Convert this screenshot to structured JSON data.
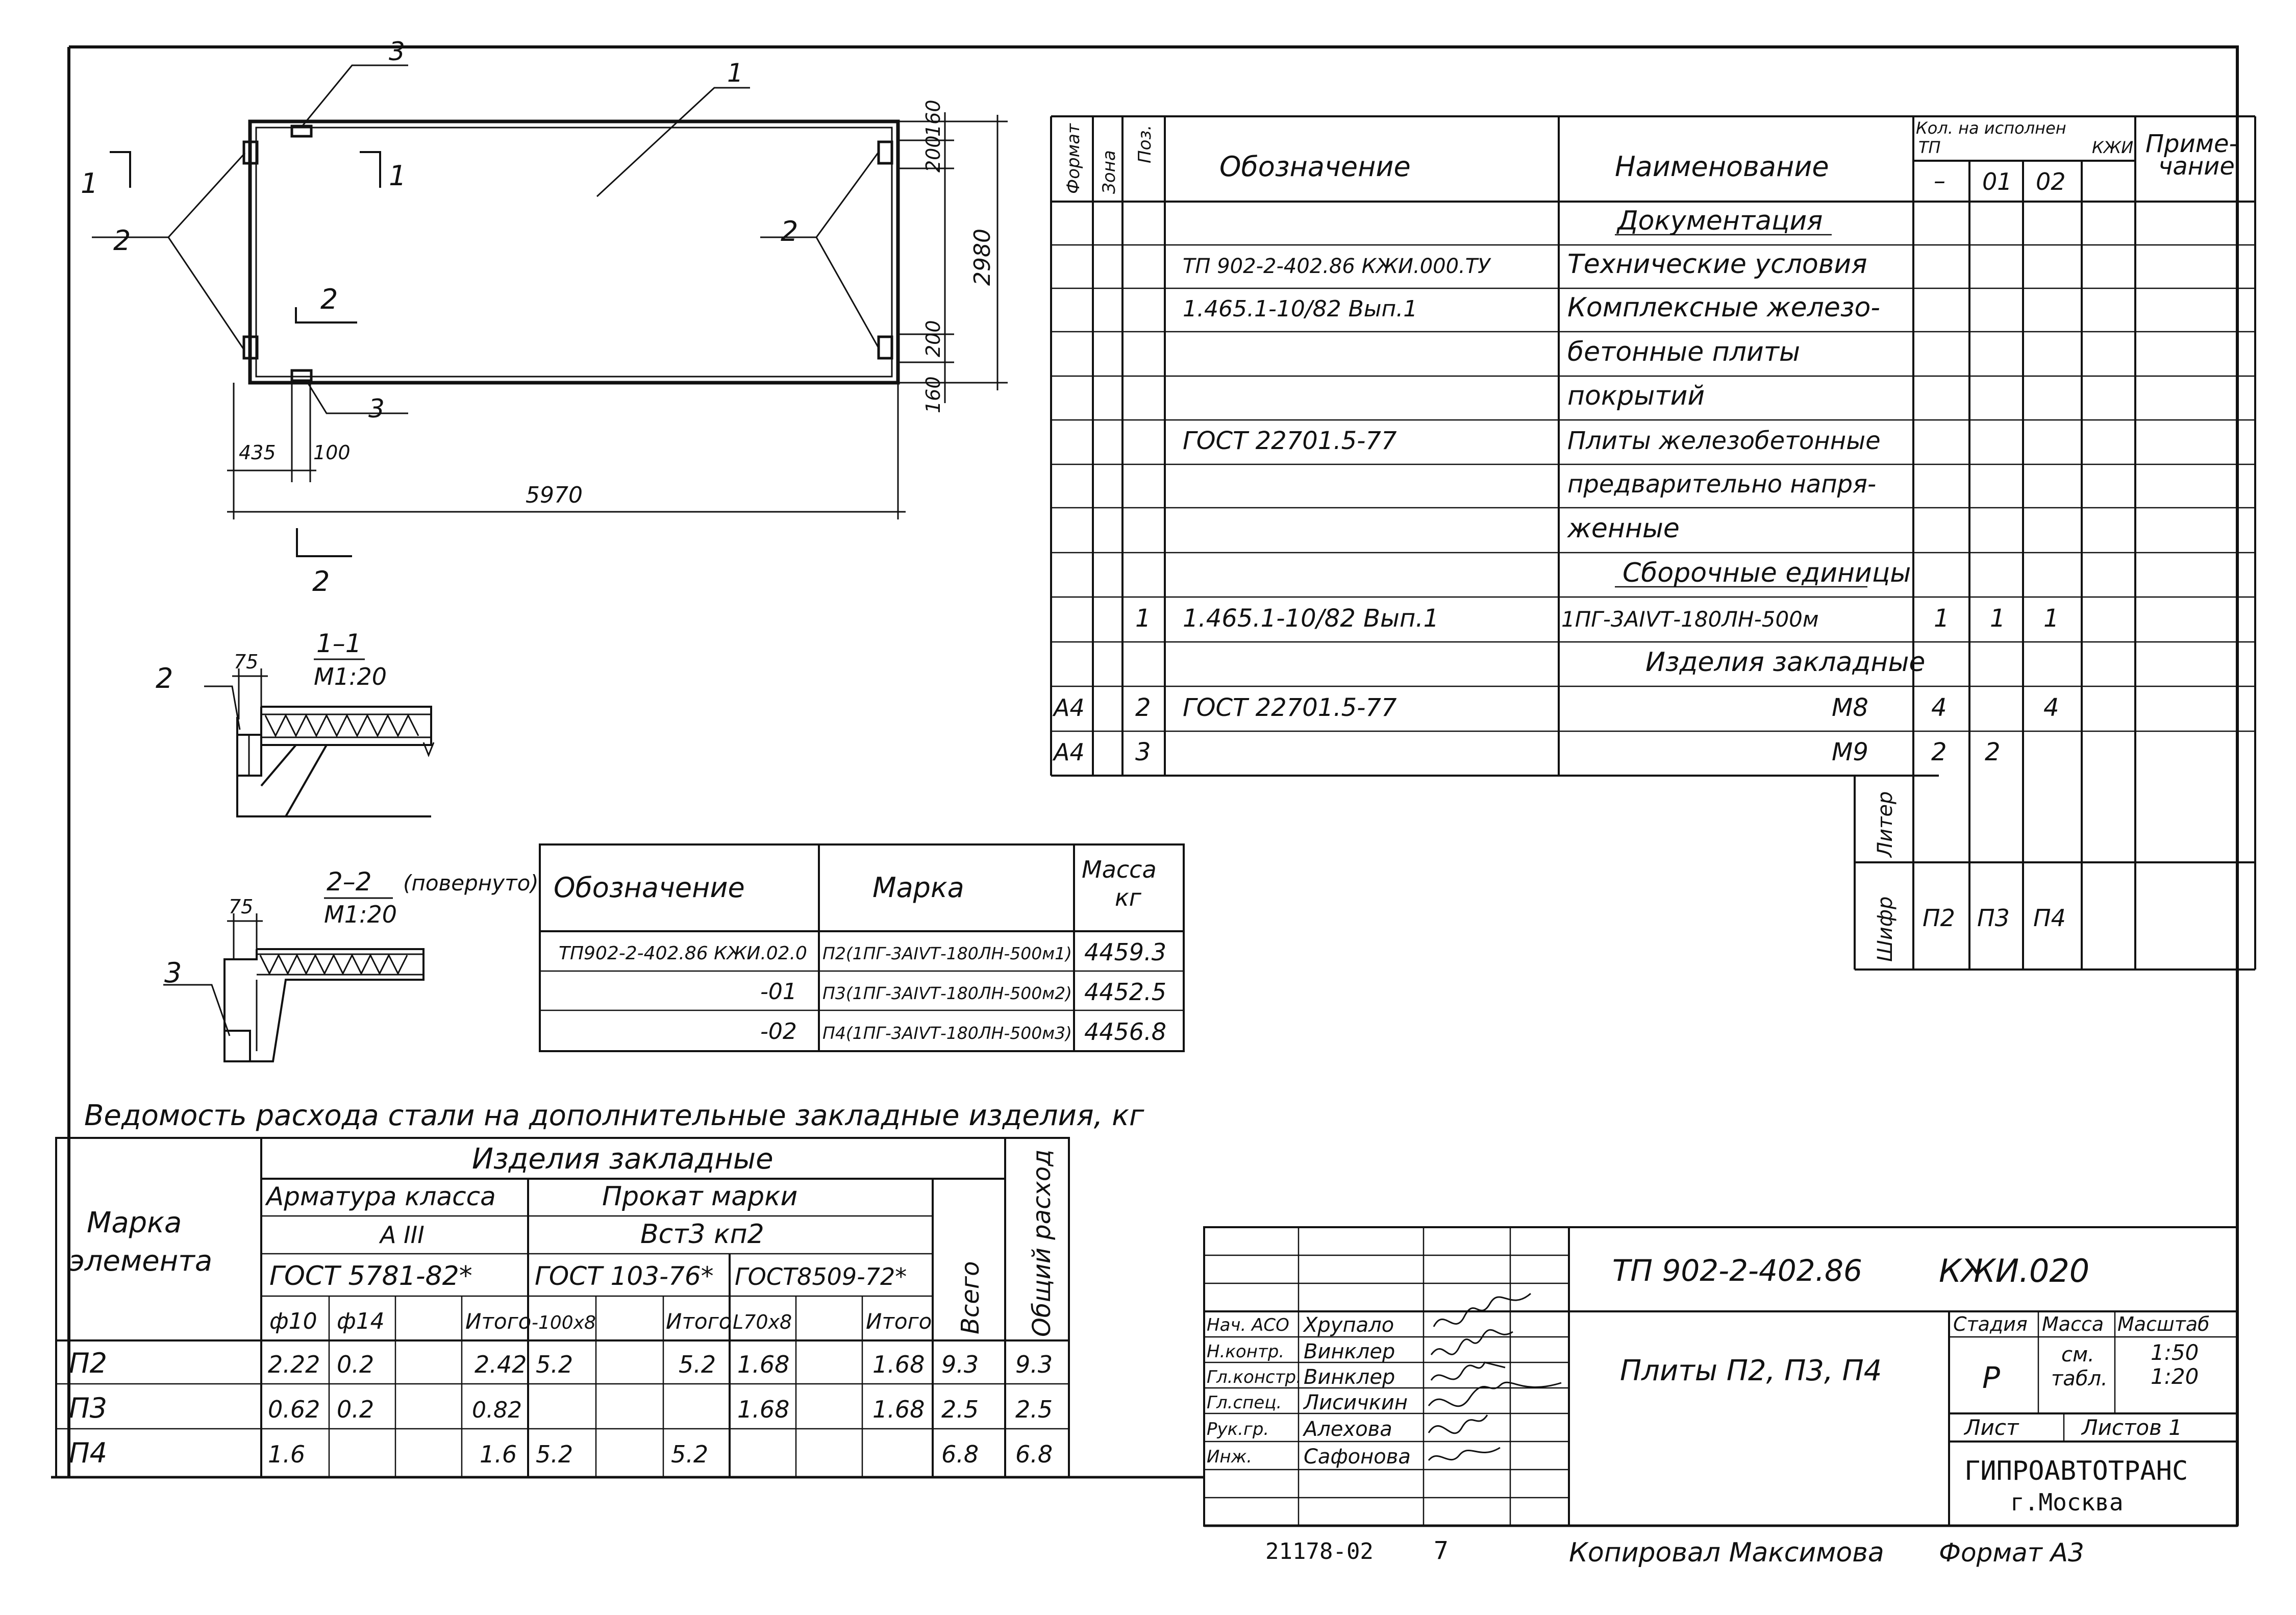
{
  "spec": {
    "headers": {
      "format": "Формат",
      "zone": "Зона",
      "pos": "Поз.",
      "designation": "Обозначение",
      "name": "Наименование",
      "qty": "Кол. на исполнен",
      "tp": "ТП",
      "kzhi": "КЖИ",
      "dash": "–",
      "v01": "01",
      "v02": "02",
      "note1": "Приме-",
      "note2": "чание"
    },
    "rows": [
      {
        "fmt": "",
        "zone": "",
        "pos": "",
        "des": "",
        "name": "Документация",
        "q0": "",
        "q1": "",
        "q2": ""
      },
      {
        "fmt": "",
        "zone": "",
        "pos": "",
        "des": "ТП 902-2-402.86  КЖИ.000.ТУ",
        "name": "Технические условия",
        "q0": "",
        "q1": "",
        "q2": ""
      },
      {
        "fmt": "",
        "zone": "",
        "pos": "",
        "des": "1.465.1-10/82  Вып.1",
        "name": "Комплексные железо-",
        "q0": "",
        "q1": "",
        "q2": ""
      },
      {
        "fmt": "",
        "zone": "",
        "pos": "",
        "des": "",
        "name": "бетонные плиты",
        "q0": "",
        "q1": "",
        "q2": ""
      },
      {
        "fmt": "",
        "zone": "",
        "pos": "",
        "des": "",
        "name": "покрытий",
        "q0": "",
        "q1": "",
        "q2": ""
      },
      {
        "fmt": "",
        "zone": "",
        "pos": "",
        "des": "ГОСТ 22701.5-77",
        "name": "Плиты железобетонные",
        "q0": "",
        "q1": "",
        "q2": ""
      },
      {
        "fmt": "",
        "zone": "",
        "pos": "",
        "des": "",
        "name": "предварительно напря-",
        "q0": "",
        "q1": "",
        "q2": ""
      },
      {
        "fmt": "",
        "zone": "",
        "pos": "",
        "des": "",
        "name": "женные",
        "q0": "",
        "q1": "",
        "q2": ""
      },
      {
        "fmt": "",
        "zone": "",
        "pos": "",
        "des": "",
        "name": "Сборочные единицы",
        "q0": "",
        "q1": "",
        "q2": ""
      },
      {
        "fmt": "",
        "zone": "",
        "pos": "1",
        "des": "1.465.1-10/82  Вып.1",
        "name": "1ПГ-3АIVТ-180ЛН-500м",
        "q0": "1",
        "q1": "1",
        "q2": "1"
      },
      {
        "fmt": "",
        "zone": "",
        "pos": "",
        "des": "",
        "name": "Изделия закладные",
        "q0": "",
        "q1": "",
        "q2": ""
      },
      {
        "fmt": "А4",
        "zone": "",
        "pos": "2",
        "des": "ГОСТ 22701.5-77",
        "name": "М8",
        "q0": "4",
        "q1": "",
        "q2": "4"
      },
      {
        "fmt": "А4",
        "zone": "",
        "pos": "3",
        "des": "",
        "name": "М9",
        "q0": "2",
        "q1": "2",
        "q2": ""
      }
    ],
    "liter_label": "Литер",
    "cipher_label": "Шифр",
    "cipher_values": [
      "П2",
      "П3",
      "П4"
    ]
  },
  "plan": {
    "callouts": [
      "1",
      "2",
      "2",
      "3",
      "3"
    ],
    "section_1": "1",
    "section_2": "2",
    "dim_overall": "5970",
    "dim_height": "2980",
    "dim_435": "435",
    "dim_100": "100",
    "dim_160_top": "160",
    "dim_200_top": "200",
    "dim_200_bot": "200",
    "dim_160_bot": "160"
  },
  "section11": {
    "title": "1–1",
    "scale": "М1:20",
    "dim": "75",
    "callout": "2"
  },
  "section22": {
    "title": "2–2",
    "note": "(повернуто)",
    "scale": "М1:20",
    "dim": "75",
    "callout": "3"
  },
  "mass_table": {
    "h_designation": "Обозначение",
    "h_mark": "Марка",
    "h_mass": "Масса",
    "h_unit": "кг",
    "rows": [
      {
        "des": "ТП902-2-402.86  КЖИ.02.0",
        "mark": "П2(1ПГ-3АIVТ-180ЛН-500м1)",
        "mass": "4459.3"
      },
      {
        "des": "-01",
        "mark": "П3(1ПГ-3АIVТ-180ЛН-500м2)",
        "mass": "4452.5"
      },
      {
        "des": "-02",
        "mark": "П4(1ПГ-3АIVТ-180ЛН-500м3)",
        "mass": "4456.8"
      }
    ]
  },
  "steel": {
    "title": "Ведомость расхода стали на дополнительные закладные изделия, кг",
    "h_element1": "Марка",
    "h_element2": "элемента",
    "h_items": "Изделия закладные",
    "h_rebar": "Арматура класса",
    "h_rebar_class": "А III",
    "h_rolled": "Прокат марки",
    "h_rolled_grade": "Вст3 кп2",
    "h_gost1": "ГОСТ 5781-82*",
    "h_gost2": "ГОСТ 103-76*",
    "h_gost3": "ГОСТ8509-72*",
    "h_total": "Всего",
    "h_overall": "Общий расход",
    "sub": [
      "ф10",
      "ф14",
      "",
      "Итого",
      "-100х8",
      "",
      "Итого",
      "L70х8",
      "",
      "Итого"
    ],
    "rows": [
      {
        "mark": "П2",
        "c": [
          "2.22",
          "0.2",
          "",
          "2.42",
          "5.2",
          "",
          "5.2",
          "1.68",
          "",
          "1.68"
        ],
        "total": "9.3",
        "overall": "9.3"
      },
      {
        "mark": "П3",
        "c": [
          "0.62",
          "0.2",
          "",
          "0.82",
          "",
          "",
          "",
          "1.68",
          "",
          "1.68"
        ],
        "total": "2.5",
        "overall": "2.5"
      },
      {
        "mark": "П4",
        "c": [
          "1.6",
          "",
          "",
          "1.6",
          "5.2",
          "",
          "5.2",
          "",
          "",
          ""
        ],
        "total": "6.8",
        "overall": "6.8"
      }
    ]
  },
  "title_block": {
    "code": "ТП 902-2-402.86",
    "mark": "КЖИ.020",
    "product": "Плиты П2, П3, П4",
    "h_stage": "Стадия",
    "h_mass": "Масса",
    "h_scale": "Масштаб",
    "stage": "Р",
    "mass1": "см.",
    "mass2": "табл.",
    "scale1": "1:50",
    "scale2": "1:20",
    "h_sheet": "Лист",
    "h_sheets": "Листов 1",
    "org1": "ГИПРОАВТОТРАНС",
    "org2": "г.Москва",
    "people": [
      {
        "role": "Нач. АСО",
        "name": "Хрупало"
      },
      {
        "role": "Н.контр.",
        "name": "Винклер"
      },
      {
        "role": "Гл.констр.",
        "name": "Винклер"
      },
      {
        "role": "Гл.спец.",
        "name": "Лисичкин"
      },
      {
        "role": "Рук.гр.",
        "name": "Алехова"
      },
      {
        "role": "Инж.",
        "name": "Сафонова"
      }
    ]
  },
  "footer": {
    "number": "21178-02",
    "sheet_no": "7",
    "copied": "Копировал Максимова",
    "format": "Формат А3"
  }
}
